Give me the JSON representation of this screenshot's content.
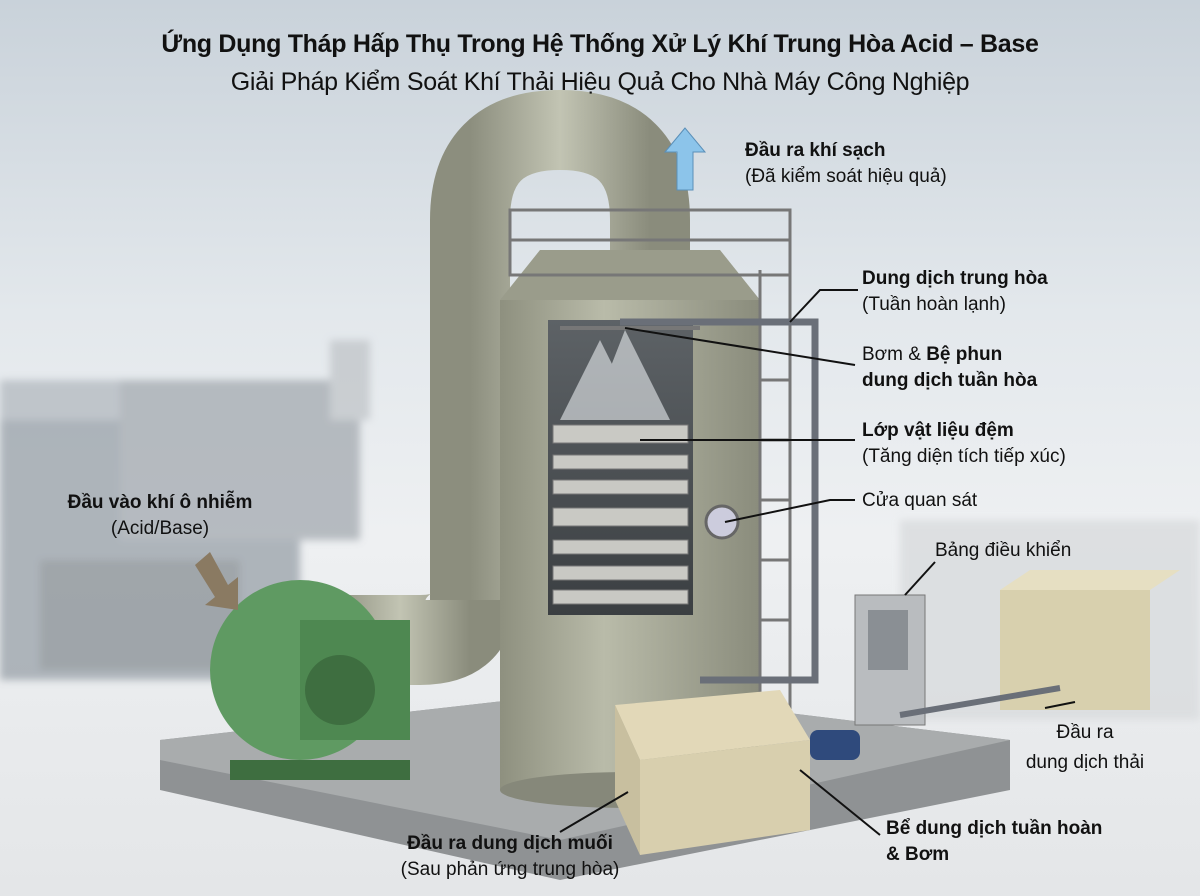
{
  "header": {
    "title": "Ứng Dụng Tháp Hấp Thụ Trong Hệ Thống Xử Lý Khí Trung Hòa Acid – Base",
    "subtitle": "Giải Pháp Kiểm Soát Khí Thải Hiệu Quả Cho Nhà Máy Công Nghiệp"
  },
  "labels": {
    "clean_outlet": {
      "title": "Đầu ra khí sạch",
      "note": "(Đã kiểm soát hiệu quả)"
    },
    "neutralizing_solution": {
      "title": "Dung dịch trung hòa",
      "note": "(Tuần hoàn lạnh)"
    },
    "spray": {
      "prefix": "Bơm &",
      "title": "Bệ phun",
      "line2": "dung dịch tuần hòa"
    },
    "packing": {
      "title": "Lớp vật liệu đệm",
      "note": "(Tăng diện tích tiếp xúc)"
    },
    "sight_glass": {
      "title": "Cửa quan sát"
    },
    "control_panel": {
      "title": "Bảng điều khiển"
    },
    "polluted_inlet": {
      "title": "Đầu vào khí ô nhiễm",
      "note": "(Acid/Base)"
    },
    "waste_outlet": {
      "line1": "Đầu ra",
      "line2": "dung dịch thải"
    },
    "recirc_tank": {
      "title": "Bể dung dịch tuần hoàn",
      "line2": "& Bơm"
    },
    "salt_outlet": {
      "title": "Đầu ra dung dịch muối",
      "note": "(Sau phản ứng trung hòa)"
    }
  },
  "colors": {
    "tower": "#a9ab9a",
    "fan": "#5f9a62",
    "arrow_clean": "#8cc4ea",
    "arrow_inlet": "#8a7a62",
    "tank": "#d8cfae"
  }
}
